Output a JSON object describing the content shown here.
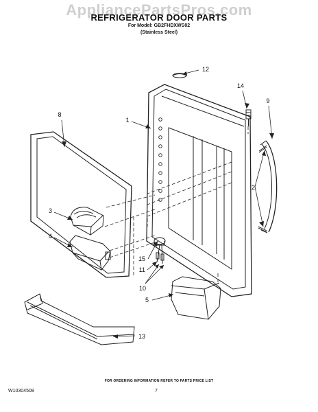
{
  "watermark": "AppliancePartsPros.com",
  "title": "REFRIGERATOR DOOR PARTS",
  "model_line": "For Model: GB2FHDXWS02",
  "finish_line": "(Stainless Steel)",
  "footer_note": "FOR ORDERING INFORMATION REFER TO PARTS PRICE LIST",
  "document_id": "W10304508",
  "page_number": "7",
  "callouts": {
    "c1": "1",
    "c2": "2",
    "c3": "3",
    "c4": "4",
    "c5": "5",
    "c8": "8",
    "c9": "9",
    "c10": "10",
    "c11": "11",
    "c12": "12",
    "c13": "13",
    "c14": "14",
    "c15": "15"
  }
}
